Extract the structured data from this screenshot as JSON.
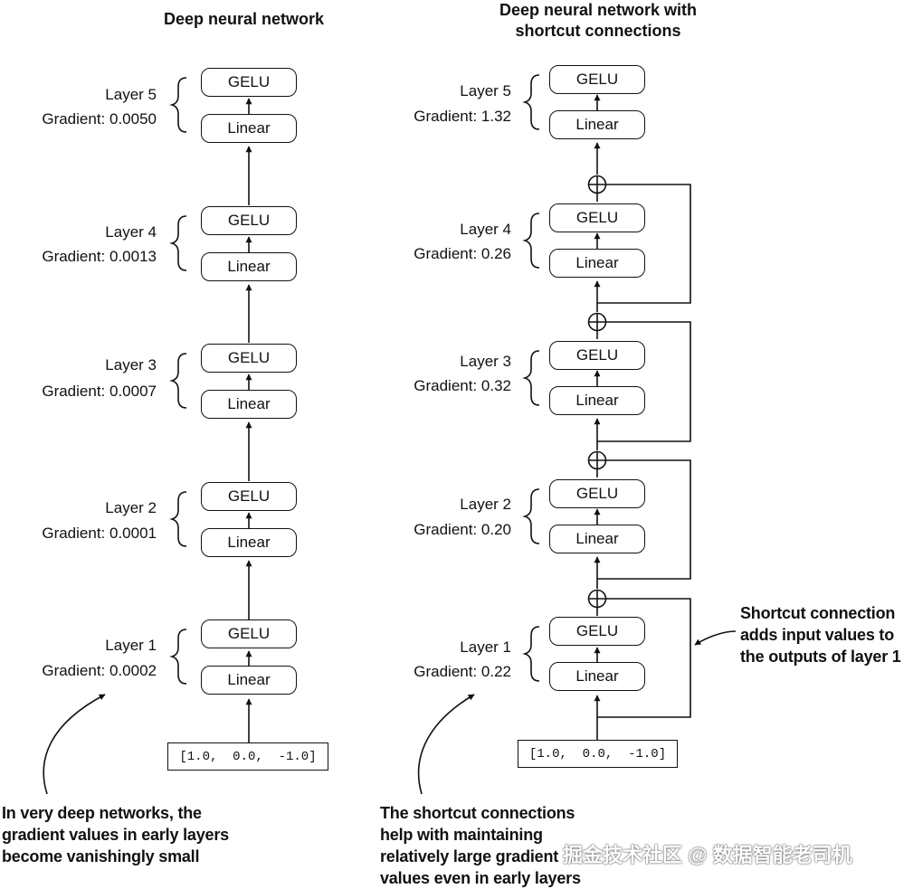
{
  "left": {
    "title": "Deep neural network",
    "layers": [
      {
        "name": "Layer 5",
        "gradient": "Gradient: 0.0050",
        "act": "GELU",
        "lin": "Linear"
      },
      {
        "name": "Layer 4",
        "gradient": "Gradient: 0.0013",
        "act": "GELU",
        "lin": "Linear"
      },
      {
        "name": "Layer 3",
        "gradient": "Gradient: 0.0007",
        "act": "GELU",
        "lin": "Linear"
      },
      {
        "name": "Layer 2",
        "gradient": "Gradient: 0.0001",
        "act": "GELU",
        "lin": "Linear"
      },
      {
        "name": "Layer 1",
        "gradient": "Gradient: 0.0002",
        "act": "GELU",
        "lin": "Linear"
      }
    ],
    "input": "[1.0,  0.0,  -1.0]",
    "note": [
      "In very deep networks, the",
      "gradient values in early layers",
      "become vanishingly small"
    ]
  },
  "right": {
    "title_line1": "Deep neural network with",
    "title_line2": "shortcut connections",
    "layers": [
      {
        "name": "Layer 5",
        "gradient": "Gradient: 1.32",
        "act": "GELU",
        "lin": "Linear"
      },
      {
        "name": "Layer 4",
        "gradient": "Gradient: 0.26",
        "act": "GELU",
        "lin": "Linear"
      },
      {
        "name": "Layer 3",
        "gradient": "Gradient: 0.32",
        "act": "GELU",
        "lin": "Linear"
      },
      {
        "name": "Layer 2",
        "gradient": "Gradient: 0.20",
        "act": "GELU",
        "lin": "Linear"
      },
      {
        "name": "Layer 1",
        "gradient": "Gradient: 0.22",
        "act": "GELU",
        "lin": "Linear"
      }
    ],
    "input": "[1.0,  0.0,  -1.0]",
    "note": [
      "The shortcut connections",
      "help with maintaining",
      "relatively large gradient",
      "values even in early layers"
    ],
    "shortcut_note": [
      "Shortcut connection",
      "adds input values to",
      "the outputs of layer 1"
    ]
  },
  "watermark": "掘金技术社区 @ 数据智能老司机"
}
